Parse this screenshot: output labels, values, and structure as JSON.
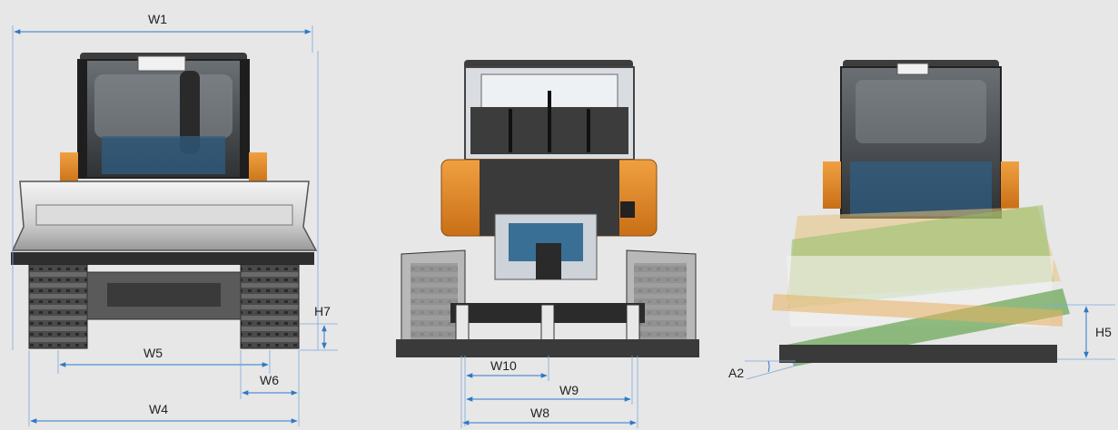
{
  "figure": {
    "views": [
      "front-view",
      "rear-view",
      "tilt-view"
    ]
  },
  "labels": {
    "w1": "W1",
    "w4": "W4",
    "w5": "W5",
    "w6": "W6",
    "w8": "W8",
    "w9": "W9",
    "w10": "W10",
    "h5": "H5",
    "h7": "H7",
    "a2": "A2"
  },
  "colors": {
    "background": "#e7e7e7",
    "dimension_line": "#2e78c8",
    "machine_orange": "#e48a2a",
    "blade_green": "#8fbf6a",
    "blade_yellow": "#e7c27a",
    "track_dark": "#3a3a3a"
  }
}
